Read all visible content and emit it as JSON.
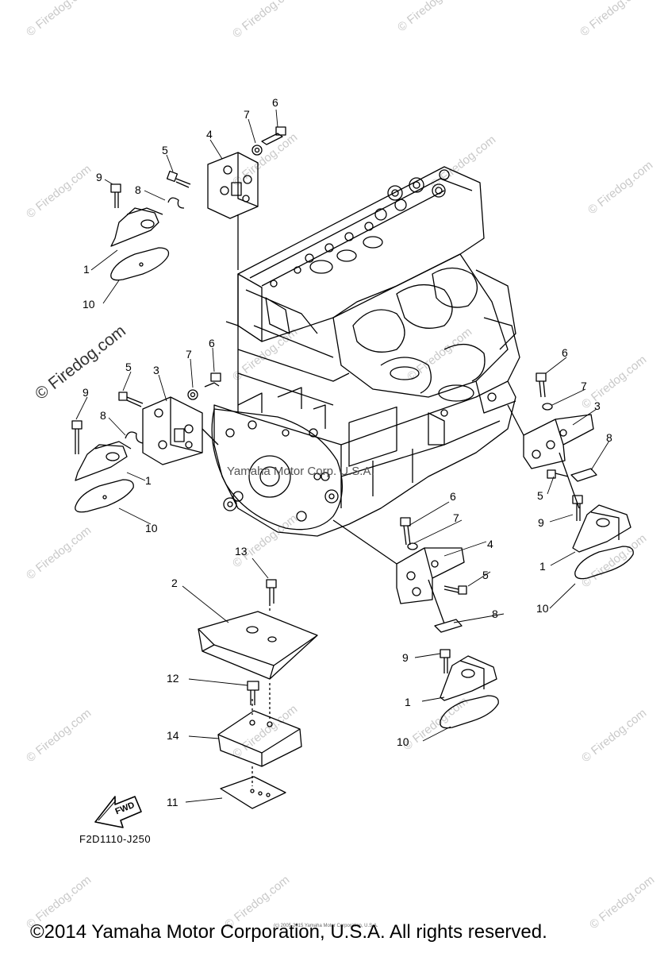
{
  "diagram": {
    "part_code": "F2D1110-J250",
    "copyright": "©2014 Yamaha Motor Corporation, U.S.A. All rights reserved.",
    "tiny_copyright": "(c) 2005-2015 Yamaha Motor Corporation, U.S.A.",
    "embedded_mark": "Yamaha Motor Corp. U.S.A.",
    "direction_arrow_text": "FWD",
    "watermark_text": "© Firedog.com",
    "callouts": [
      "1",
      "2",
      "3",
      "4",
      "5",
      "6",
      "7",
      "8",
      "9",
      "10",
      "11",
      "12",
      "13",
      "14"
    ]
  }
}
